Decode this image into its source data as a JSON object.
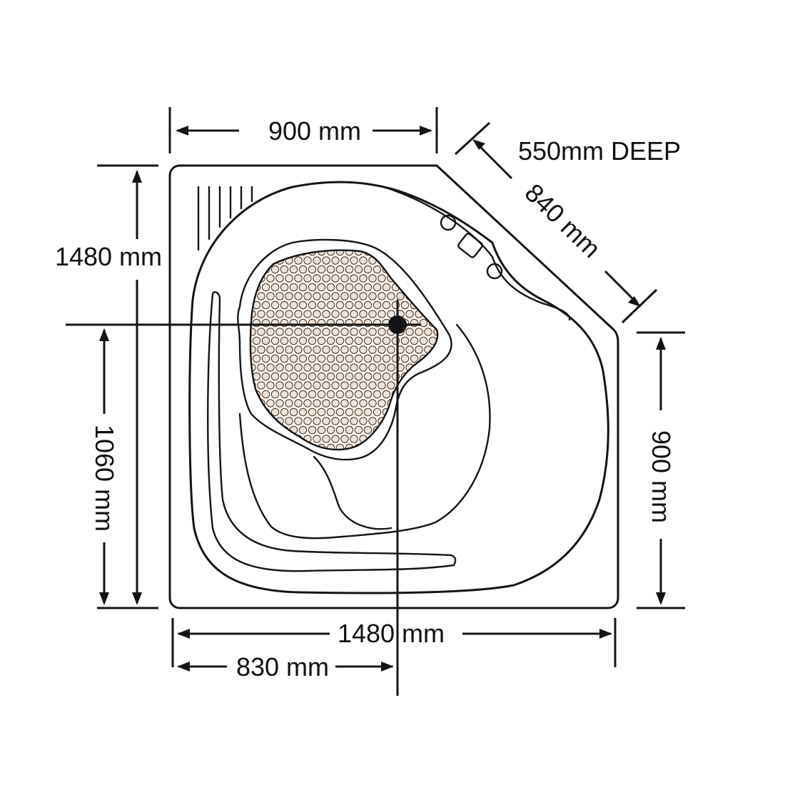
{
  "dimensions": {
    "top_width": "900 mm",
    "depth": "550mm DEEP",
    "diagonal": "840 mm",
    "left_total_height": "1480 mm",
    "left_lower_height": "1060 mm",
    "right_height": "900 mm",
    "bottom_total_width": "1480 mm",
    "bottom_drain_offset": "830 mm"
  },
  "colors": {
    "line": "#141414",
    "dots": "#5a3a20"
  }
}
